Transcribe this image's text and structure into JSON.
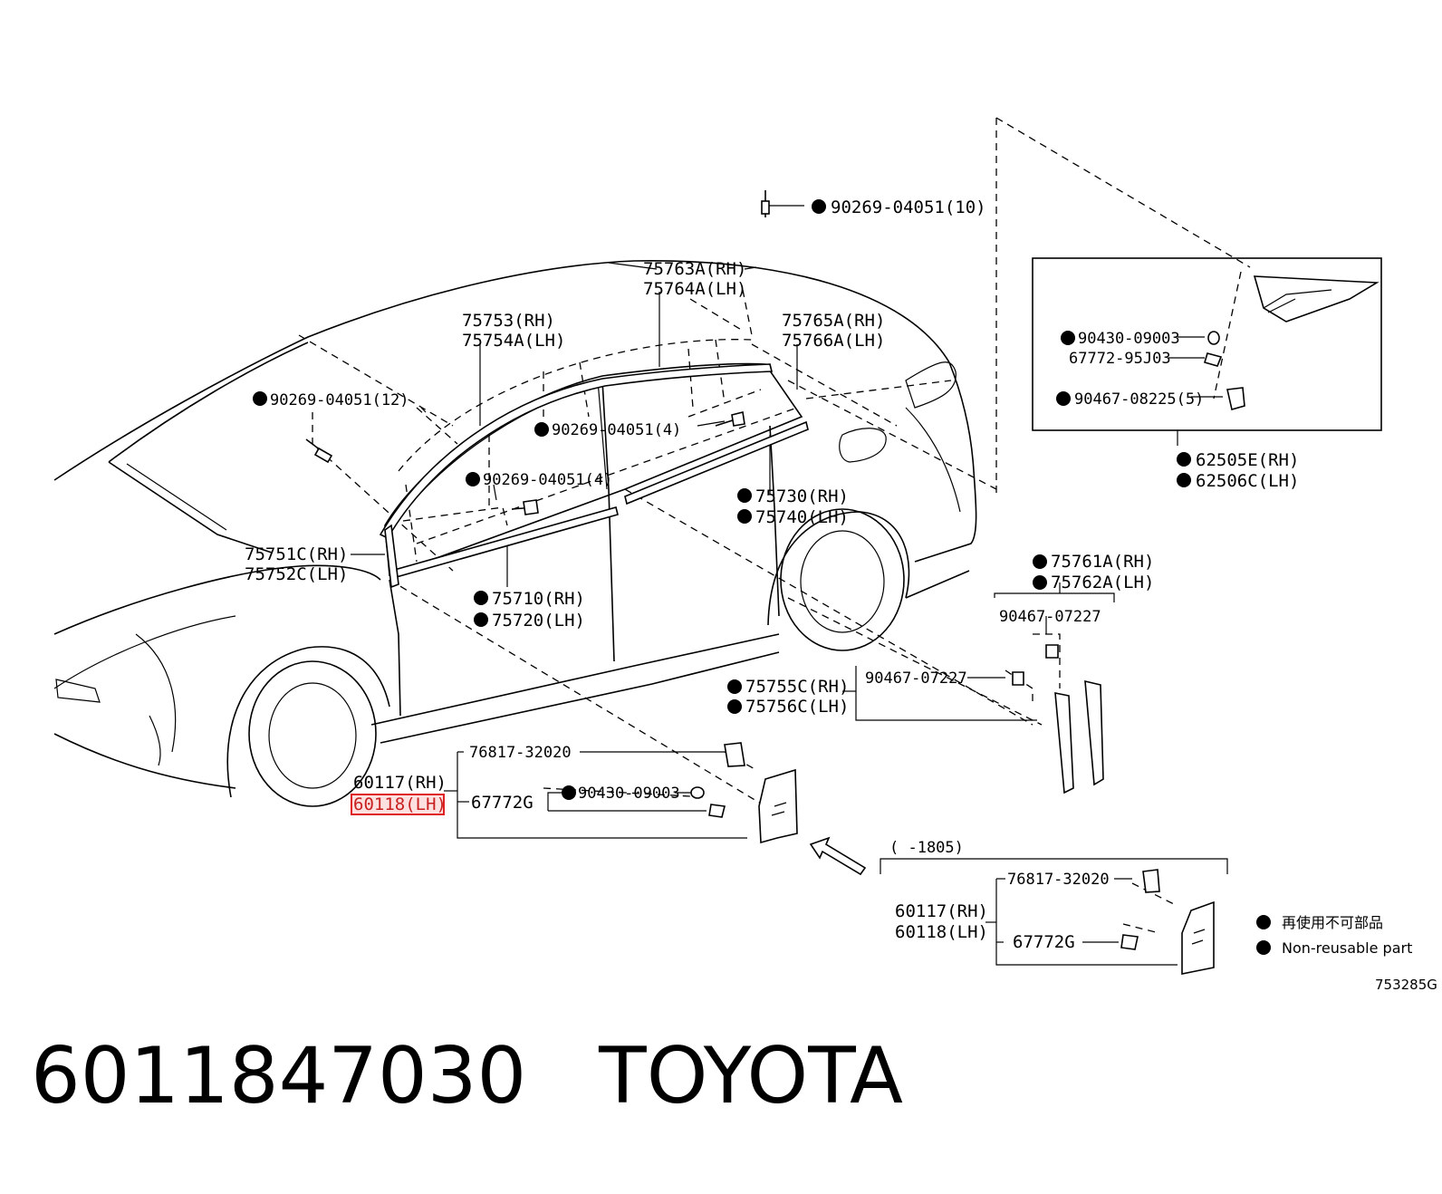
{
  "callouts": {
    "clip_top": "90269-04051(10)",
    "roof_rh": "75763A(RH)",
    "roof_lh": "75764A(LH)",
    "front_rh": "75753(RH)",
    "front_lh": "75754A(LH)",
    "rear_rh": "75765A(RH)",
    "rear_lh": "75766A(LH)",
    "clip_12": "90269-04051(12)",
    "clip_4a": "90269-04051(4)",
    "clip_4b": "90269-04051(4)",
    "belt_rear_rh": "75730(RH)",
    "belt_rear_lh": "75740(LH)",
    "pillar_rh": "75751C(RH)",
    "pillar_lh": "75752C(LH)",
    "belt_front_rh": "75710(RH)",
    "belt_front_lh": "75720(LH)",
    "inset_grommet": "90430-09003",
    "inset_clip": "67772-95J03",
    "inset_clip5": "90467-08225(5)",
    "spoiler_rh": "62505E(RH)",
    "spoiler_lh": "62506C(LH)",
    "rocker_rh": "75761A(RH)",
    "rocker_lh": "75762A(LH)",
    "clip_a": "90467-07227",
    "clip_b": "90467-07227",
    "sill_rh": "75755C(RH)",
    "sill_lh": "75756C(LH)",
    "main_clip": "76817-32020",
    "main_rh": "60117(RH)",
    "main_lh": "60118(LH)",
    "main_retainer": "67772G",
    "main_grommet": "90430-09003",
    "alt_range": "(      -1805)",
    "alt_clip": "76817-32020",
    "alt_rh": "60117(RH)",
    "alt_lh": "60118(LH)",
    "alt_retainer": "67772G"
  },
  "legend": {
    "jp": "再使用不可部品",
    "en": "Non-reusable part"
  },
  "diagram_code": "753285G",
  "caption": {
    "part_number": "6011847030",
    "brand": "TOYOTA"
  },
  "colors": {
    "ink": "#000000",
    "highlight": "#e02020"
  }
}
